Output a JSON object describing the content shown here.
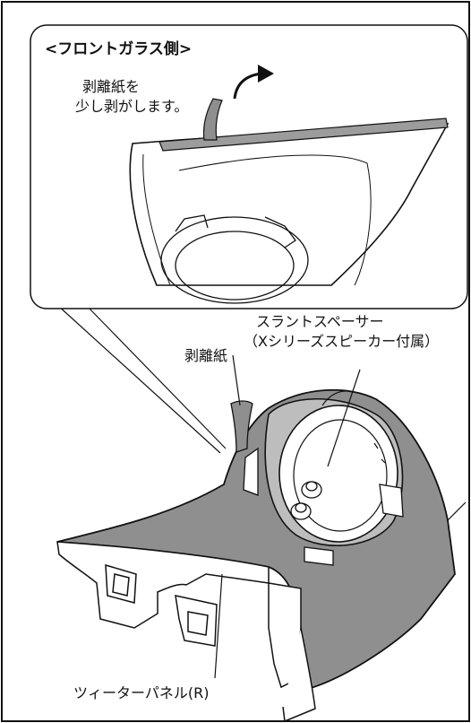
{
  "inset": {
    "title": "<フロントガラス側>",
    "instruction_line1": "剥離紙を",
    "instruction_line2": "少し剥がします。"
  },
  "labels": {
    "spacer_line1": "スラントスペーサー",
    "spacer_line2": "（Xシリーズスピーカー付属）",
    "release_paper": "剥離紙",
    "tweeter_panel": "ツィーターパネル(R)"
  },
  "colors": {
    "panel_fill": "#8f8f8f",
    "strip_fill": "#9c9c9c",
    "line": "#111111"
  }
}
